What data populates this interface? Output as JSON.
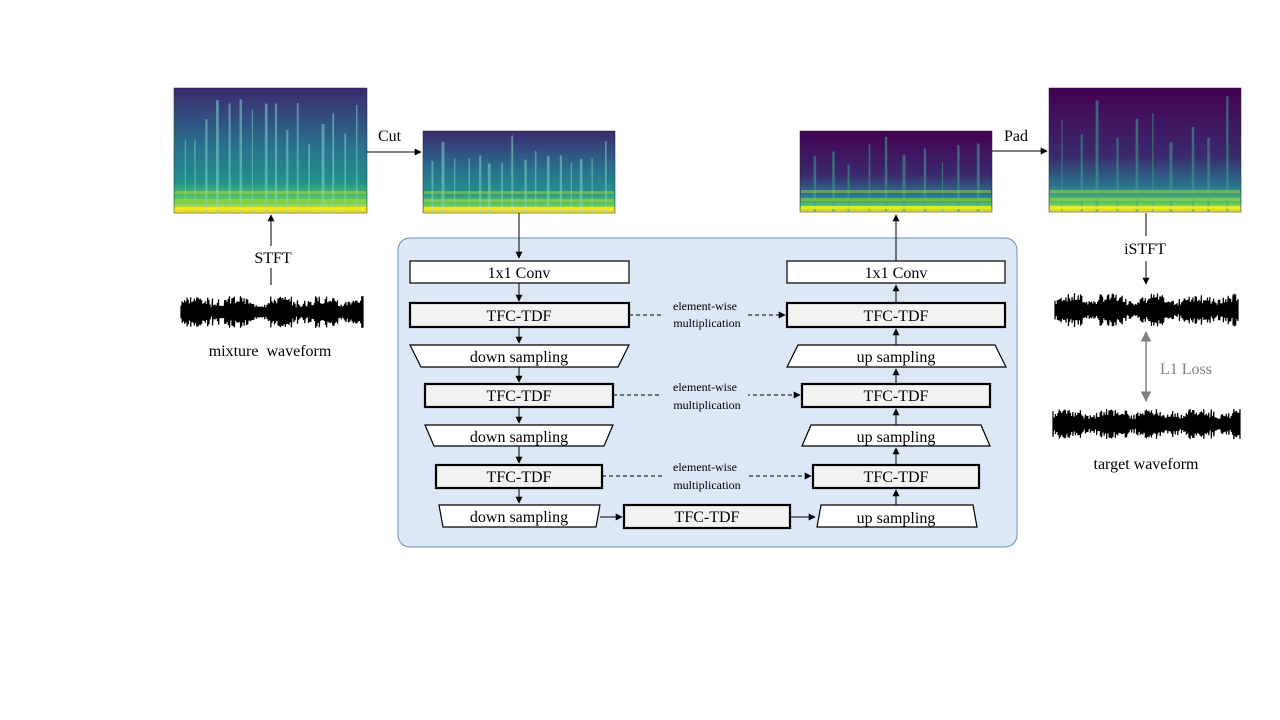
{
  "labels": {
    "cut": "Cut",
    "pad": "Pad",
    "stft": "STFT",
    "istft": "iSTFT",
    "mixture_waveform": "mixture  waveform",
    "target_waveform": "target waveform",
    "l1_loss": "L1 Loss"
  },
  "blocks": {
    "conv_in": "1x1 Conv",
    "conv_out": "1x1 Conv",
    "enc1": "TFC-TDF",
    "enc2": "TFC-TDF",
    "enc3": "TFC-TDF",
    "bottleneck": "TFC-TDF",
    "dec1": "TFC-TDF",
    "dec2": "TFC-TDF",
    "dec3": "TFC-TDF",
    "down1": "down sampling",
    "down2": "down sampling",
    "down3": "down sampling",
    "up1": "up sampling",
    "up2": "up sampling",
    "up3": "up sampling"
  },
  "skip": {
    "line1": "element-wise",
    "line2": "multiplication"
  },
  "colors": {
    "panel_fill": "#dce8f5",
    "panel_stroke": "#6d8fb5",
    "tfc_fill": "#f2f2f2",
    "spec_bg": "#440154",
    "loss_text": "#808080"
  }
}
